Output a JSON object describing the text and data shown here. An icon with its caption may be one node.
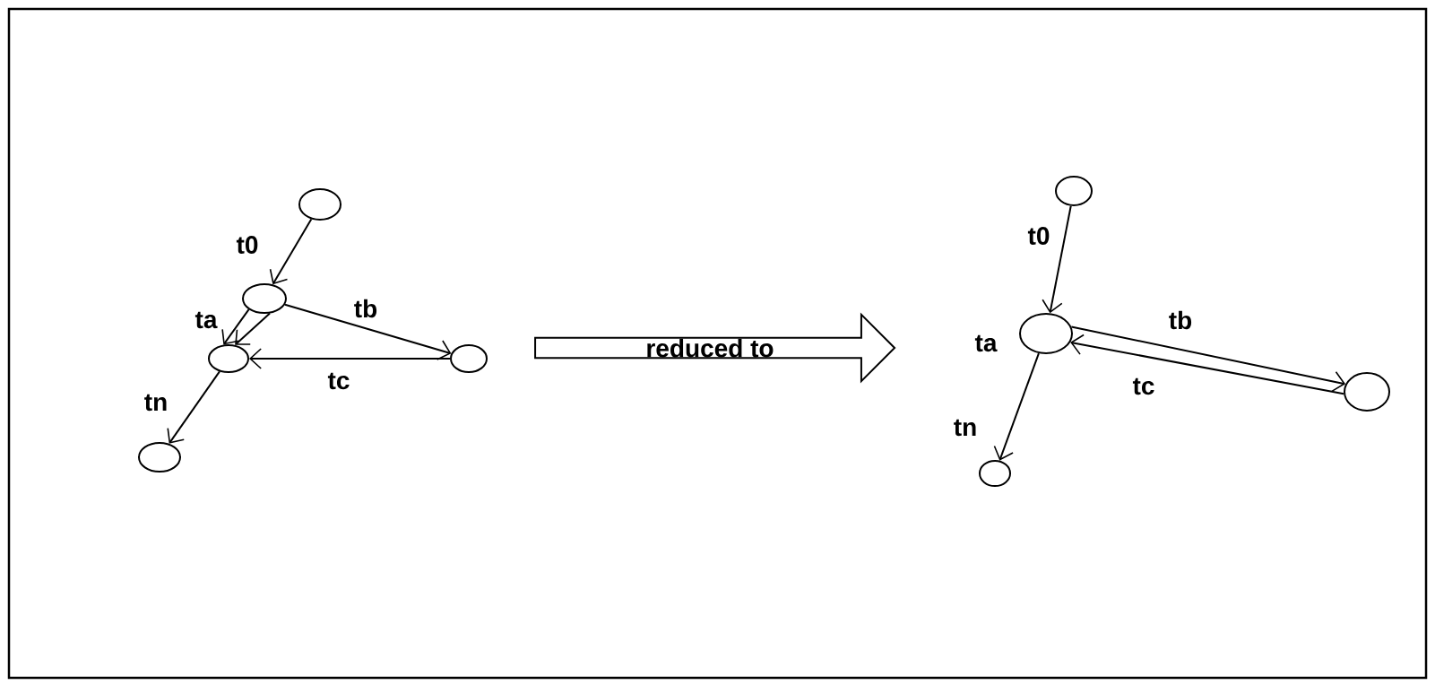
{
  "diagram": {
    "nodes": [
      {
        "text": [],
        "shape": "circle"
      },
      {
        "text": [],
        "shape": "circle"
      },
      {
        "text": [],
        "shape": "circle"
      },
      {
        "text": [],
        "shape": "circle"
      },
      {
        "text": [],
        "shape": "circle"
      },
      {
        "text": [
          "reduced to"
        ]
      },
      {
        "text": [],
        "shape": "circle"
      },
      {
        "text": [],
        "shape": "circle",
        "beside": [
          "ta"
        ]
      },
      {
        "text": [],
        "shape": "circle"
      },
      {
        "text": [],
        "shape": "circle"
      }
    ],
    "edges": [
      {
        "from": 0,
        "to": 1,
        "arrow": "to",
        "label": "t0"
      },
      {
        "from": 1,
        "to": 2,
        "arrow": "to",
        "label": "ta"
      },
      {
        "from": 1,
        "to": 2,
        "arrow": "to"
      },
      {
        "from": 1,
        "to": 3,
        "arrow": "to",
        "label": "tb"
      },
      {
        "from": 3,
        "to": 2,
        "arrow": "to",
        "label": "tc"
      },
      {
        "from": 2,
        "to": 4,
        "arrow": "to",
        "label": "tn"
      },
      {
        "from": 6,
        "to": 7,
        "arrow": "to",
        "label": "t0"
      },
      {
        "from": 7,
        "to": 8,
        "arrow": "to",
        "label": "tb"
      },
      {
        "from": 8,
        "to": 7,
        "arrow": "to",
        "label": "tc"
      },
      {
        "from": 7,
        "to": 9,
        "arrow": "to",
        "label": "tn"
      }
    ]
  }
}
